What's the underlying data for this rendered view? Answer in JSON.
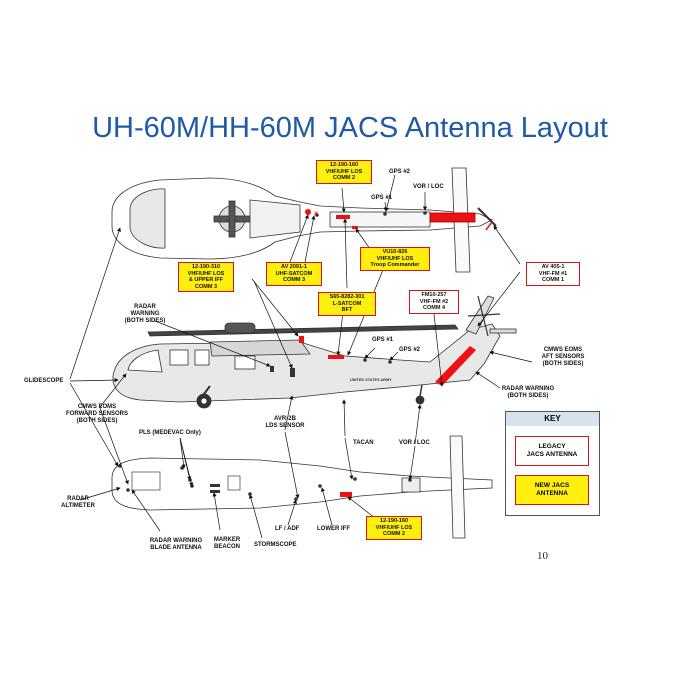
{
  "title": "UH-60M/HH-60M JACS Antenna Layout",
  "page_number": "10",
  "colors": {
    "title": "#1f5aa6",
    "new_fill": "#ffef0f",
    "box_border": "#d8141a",
    "key_header": "#d7e3ec"
  },
  "new_antennas": {
    "vhf_uhf_los_comm2_top": [
      "12-190-160",
      "VHF/UHF LOS",
      "COMM 2"
    ],
    "vhf_uhf_los_iff_comm3": [
      "12-190-310",
      "VHF/UHF LOS",
      "& UPPER IFF",
      "COMM 3"
    ],
    "uhf_satcom_comm3": [
      "AV 2091-1",
      "UHF-SATCOM",
      "COMM 3"
    ],
    "vhf_uhf_los_troop": [
      "VU10-826",
      "VHF/UHF LOS",
      "Troop Commander"
    ],
    "l_satcom_bft": [
      "S65-8282-301",
      "L-SATCOM",
      "BFT"
    ],
    "vhf_uhf_los_comm2_bottom": [
      "12-190-160",
      "VHF/UHF LOS",
      "COMM 2"
    ]
  },
  "legacy_antennas": {
    "vhf_fm1": [
      "AV 405-1",
      "VHF-FM #1",
      "COMM 1"
    ],
    "vhf_fm2": [
      "FM10-257",
      "VHF-FM #2",
      "COMM 4"
    ]
  },
  "labels": {
    "gps2_top": "GPS #2",
    "gps1_top": "GPS #1",
    "vor_loc_top": "VOR / LOC",
    "radar_warning_left": [
      "RADAR",
      "WARNING",
      "(BOTH SIDES)"
    ],
    "gps1_side": "GPS #1",
    "gps2_side": "GPS #2",
    "cmws_aft": [
      "CMWS EOMS",
      "AFT SENSORS",
      "(BOTH SIDES)"
    ],
    "radar_warning_right": [
      "RADAR WARNING",
      "(BOTH SIDES)"
    ],
    "glidescope": "GLIDESCOPE",
    "cmws_forward": [
      "CMWS EOMS",
      "FORWARD SENSORS",
      "(BOTH SIDES)"
    ],
    "pls": "PLS (MEDEVAC Only)",
    "avr2b": [
      "AVR-2B",
      "LDS SENSOR"
    ],
    "tacan": "TACAN",
    "vor_loc_bottom": "VOR / LOC",
    "radar_altimeter": [
      "RADAR",
      "ALTIMETER"
    ],
    "radar_warning_blade": [
      "RADAR WARNING",
      "BLADE ANTENNA"
    ],
    "marker_beacon": [
      "MARKER",
      "BEACON"
    ],
    "stormscope": "STORMSCOPE",
    "lf_adf": "LF / ADF",
    "lower_iff": "LOWER IFF",
    "united_states_army": "UNITED STATES ARMY"
  },
  "key": {
    "header": "KEY",
    "legacy": [
      "LEGACY",
      "JACS ANTENNA"
    ],
    "new": [
      "NEW JACS",
      "ANTENNA"
    ]
  }
}
